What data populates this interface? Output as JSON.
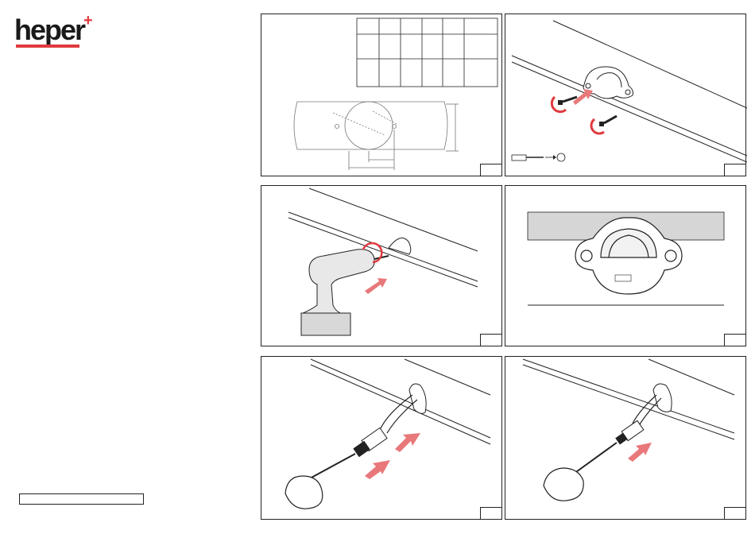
{
  "brand": {
    "logo_text": "heper",
    "logo_mark": "+"
  },
  "footer": {
    "box_text": ""
  },
  "panels": [
    {
      "id": 1,
      "content": "drilling-template-dimensions"
    },
    {
      "id": 2,
      "content": "screw-mounting-socket-with-torx-screwdriver"
    },
    {
      "id": 3,
      "content": "drill-hole-with-power-drill"
    },
    {
      "id": 4,
      "content": "mounted-socket-front-view"
    },
    {
      "id": 5,
      "content": "insert-cable-connector"
    },
    {
      "id": 6,
      "content": "push-connector-into-socket"
    }
  ],
  "step_numbers": [
    "",
    "",
    "",
    "",
    "",
    ""
  ],
  "colors": {
    "accent": "#e03a3e",
    "arrow": "#e8787a",
    "line": "#222222"
  }
}
